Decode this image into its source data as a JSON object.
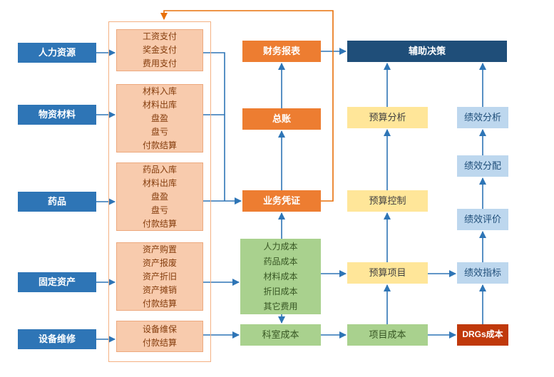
{
  "diagram": {
    "sources": [
      "人力资源",
      "物资材料",
      "药品",
      "固定资产",
      "设备维修"
    ],
    "business_groups": [
      {
        "name": "hr-payments",
        "lines": [
          "工资支付",
          "奖金支付",
          "费用支付"
        ]
      },
      {
        "name": "material-ops",
        "lines": [
          "材料入库",
          "材料出库",
          "盘盈",
          "盘亏",
          "付款结算"
        ]
      },
      {
        "name": "drug-ops",
        "lines": [
          "药品入库",
          "材料出库",
          "盘盈",
          "盘亏",
          "付款结算"
        ]
      },
      {
        "name": "asset-ops",
        "lines": [
          "资产购置",
          "资产报废",
          "资产折旧",
          "资产摊销",
          "付款结算"
        ]
      },
      {
        "name": "maintenance-ops",
        "lines": [
          "设备维保",
          "付款结算"
        ]
      }
    ],
    "finance": {
      "reports": "财务报表",
      "ledger": "总账",
      "voucher": "业务凭证"
    },
    "cost_items": [
      "人力成本",
      "药品成本",
      "材料成本",
      "折旧成本",
      "其它费用"
    ],
    "cost_nodes": {
      "dept": "科室成本",
      "project": "项目成本",
      "drgs": "DRGs成本"
    },
    "budget_nodes": {
      "analysis": "预算分析",
      "control": "预算控制",
      "project": "预算项目"
    },
    "performance_nodes": {
      "analysis": "绩效分析",
      "allocation": "绩效分配",
      "evaluation": "绩效评价",
      "indicators": "绩效指标"
    },
    "decision": "辅助决策",
    "palette": {
      "source_blue": "#2E75B6",
      "process_orange": "#ED7D31",
      "module_peach": "#F8CBAD",
      "cost_green": "#A9D18E",
      "budget_yellow": "#FFE699",
      "performance_lightblue": "#BDD7EE",
      "decision_navy": "#1F4E79",
      "drgs_red": "#C0390B",
      "arrow_blue": "#2E75B6",
      "feedback_orange": "#E8700A"
    }
  }
}
